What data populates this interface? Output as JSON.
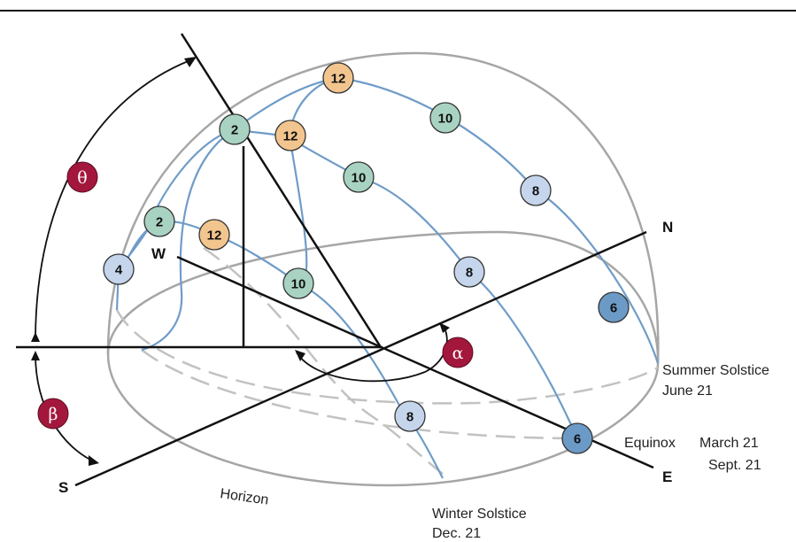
{
  "colors": {
    "dome": "#a6a6a6",
    "sun_path": "#6f9cc8",
    "axis": "#111111",
    "angle_badge": "#a3173c",
    "hour_noon": "#f3c58e",
    "hour_mid": "#a8d3c2",
    "hour_morning": "#c5d5ec",
    "hour_sunrise": "#6b9ac6"
  },
  "cardinal": {
    "north": "N",
    "south": "S",
    "east": "E",
    "west": "W"
  },
  "angles": {
    "zenith": "θ",
    "altitude": "β",
    "azimuth": "α"
  },
  "horizon_label": "Horizon",
  "path_labels": {
    "summer": [
      "Summer Solstice",
      "June 21"
    ],
    "equinox_name": "Equinox",
    "equinox_dates": [
      "March 21",
      "Sept. 21"
    ],
    "winter": [
      "Winter Solstice",
      "Dec. 21"
    ]
  },
  "hour_markers": [
    {
      "path": "summer",
      "label": "12",
      "tone": "hour_noon"
    },
    {
      "path": "summer",
      "label": "10",
      "tone": "hour_mid"
    },
    {
      "path": "summer",
      "label": "8",
      "tone": "hour_morning"
    },
    {
      "path": "summer",
      "label": "6",
      "tone": "hour_sunrise"
    },
    {
      "path": "summer",
      "label": "2",
      "tone": "hour_mid"
    },
    {
      "path": "summer",
      "label": "4",
      "tone": "hour_morning"
    },
    {
      "path": "equinox",
      "label": "12",
      "tone": "hour_noon"
    },
    {
      "path": "equinox",
      "label": "10",
      "tone": "hour_mid"
    },
    {
      "path": "equinox",
      "label": "8",
      "tone": "hour_morning"
    },
    {
      "path": "equinox",
      "label": "6",
      "tone": "hour_sunrise"
    },
    {
      "path": "winter",
      "label": "12",
      "tone": "hour_noon"
    },
    {
      "path": "winter",
      "label": "2",
      "tone": "hour_mid"
    },
    {
      "path": "winter",
      "label": "10",
      "tone": "hour_mid"
    },
    {
      "path": "winter",
      "label": "8",
      "tone": "hour_morning"
    }
  ]
}
